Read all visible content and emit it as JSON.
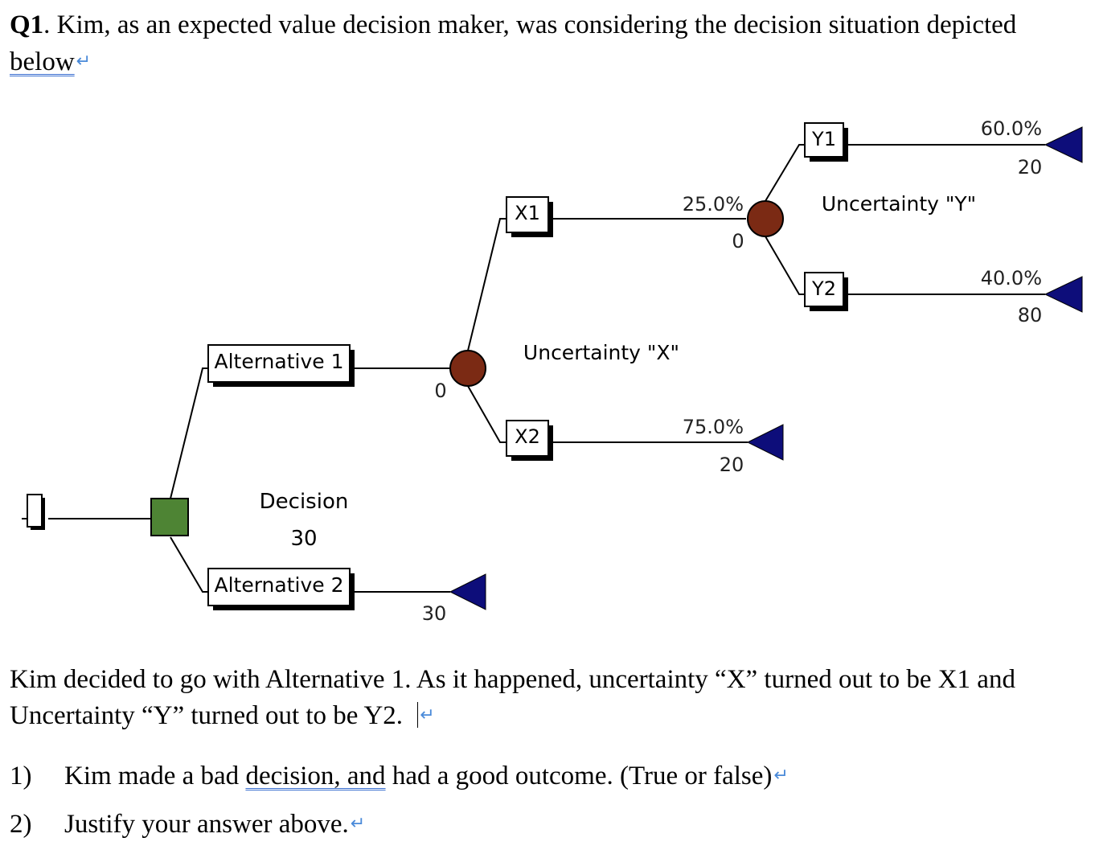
{
  "question": {
    "number": "Q1",
    "text_line1": ". Kim, as an expected value decision maker, was considering the decision situation depicted",
    "text_line2": "below"
  },
  "tree": {
    "decision": {
      "label": "Decision",
      "value": "30"
    },
    "alternatives": [
      {
        "label": "Alternative 1",
        "value": "0"
      },
      {
        "label": "Alternative 2",
        "value": "30"
      }
    ],
    "uncertainty_x": {
      "label": "Uncertainty \"X\"",
      "branches": [
        {
          "label": "X1",
          "probability": "25.0%",
          "value": "0"
        },
        {
          "label": "X2",
          "probability": "75.0%",
          "value": "20"
        }
      ]
    },
    "uncertainty_y": {
      "label": "Uncertainty \"Y\"",
      "branches": [
        {
          "label": "Y1",
          "probability": "60.0%",
          "value": "20"
        },
        {
          "label": "Y2",
          "probability": "40.0%",
          "value": "80"
        }
      ]
    },
    "colors": {
      "decision_node": "#4e8434",
      "chance_node": "#7b2a14",
      "terminal_node": "#0d0d7a"
    }
  },
  "scenario": {
    "line1": "Kim decided to go with Alternative 1. As it happened, uncertainty “X” turned out to be X1 and",
    "line2": "Uncertainty “Y” turned out to be Y2. "
  },
  "items": [
    {
      "num": "1)",
      "pre": "Kim made a bad ",
      "underlined": "decision, and",
      "post": " had a good outcome. (True or false)"
    },
    {
      "num": "2)",
      "pre": "Justify your answer above.",
      "underlined": "",
      "post": ""
    }
  ],
  "return_mark": "↵"
}
